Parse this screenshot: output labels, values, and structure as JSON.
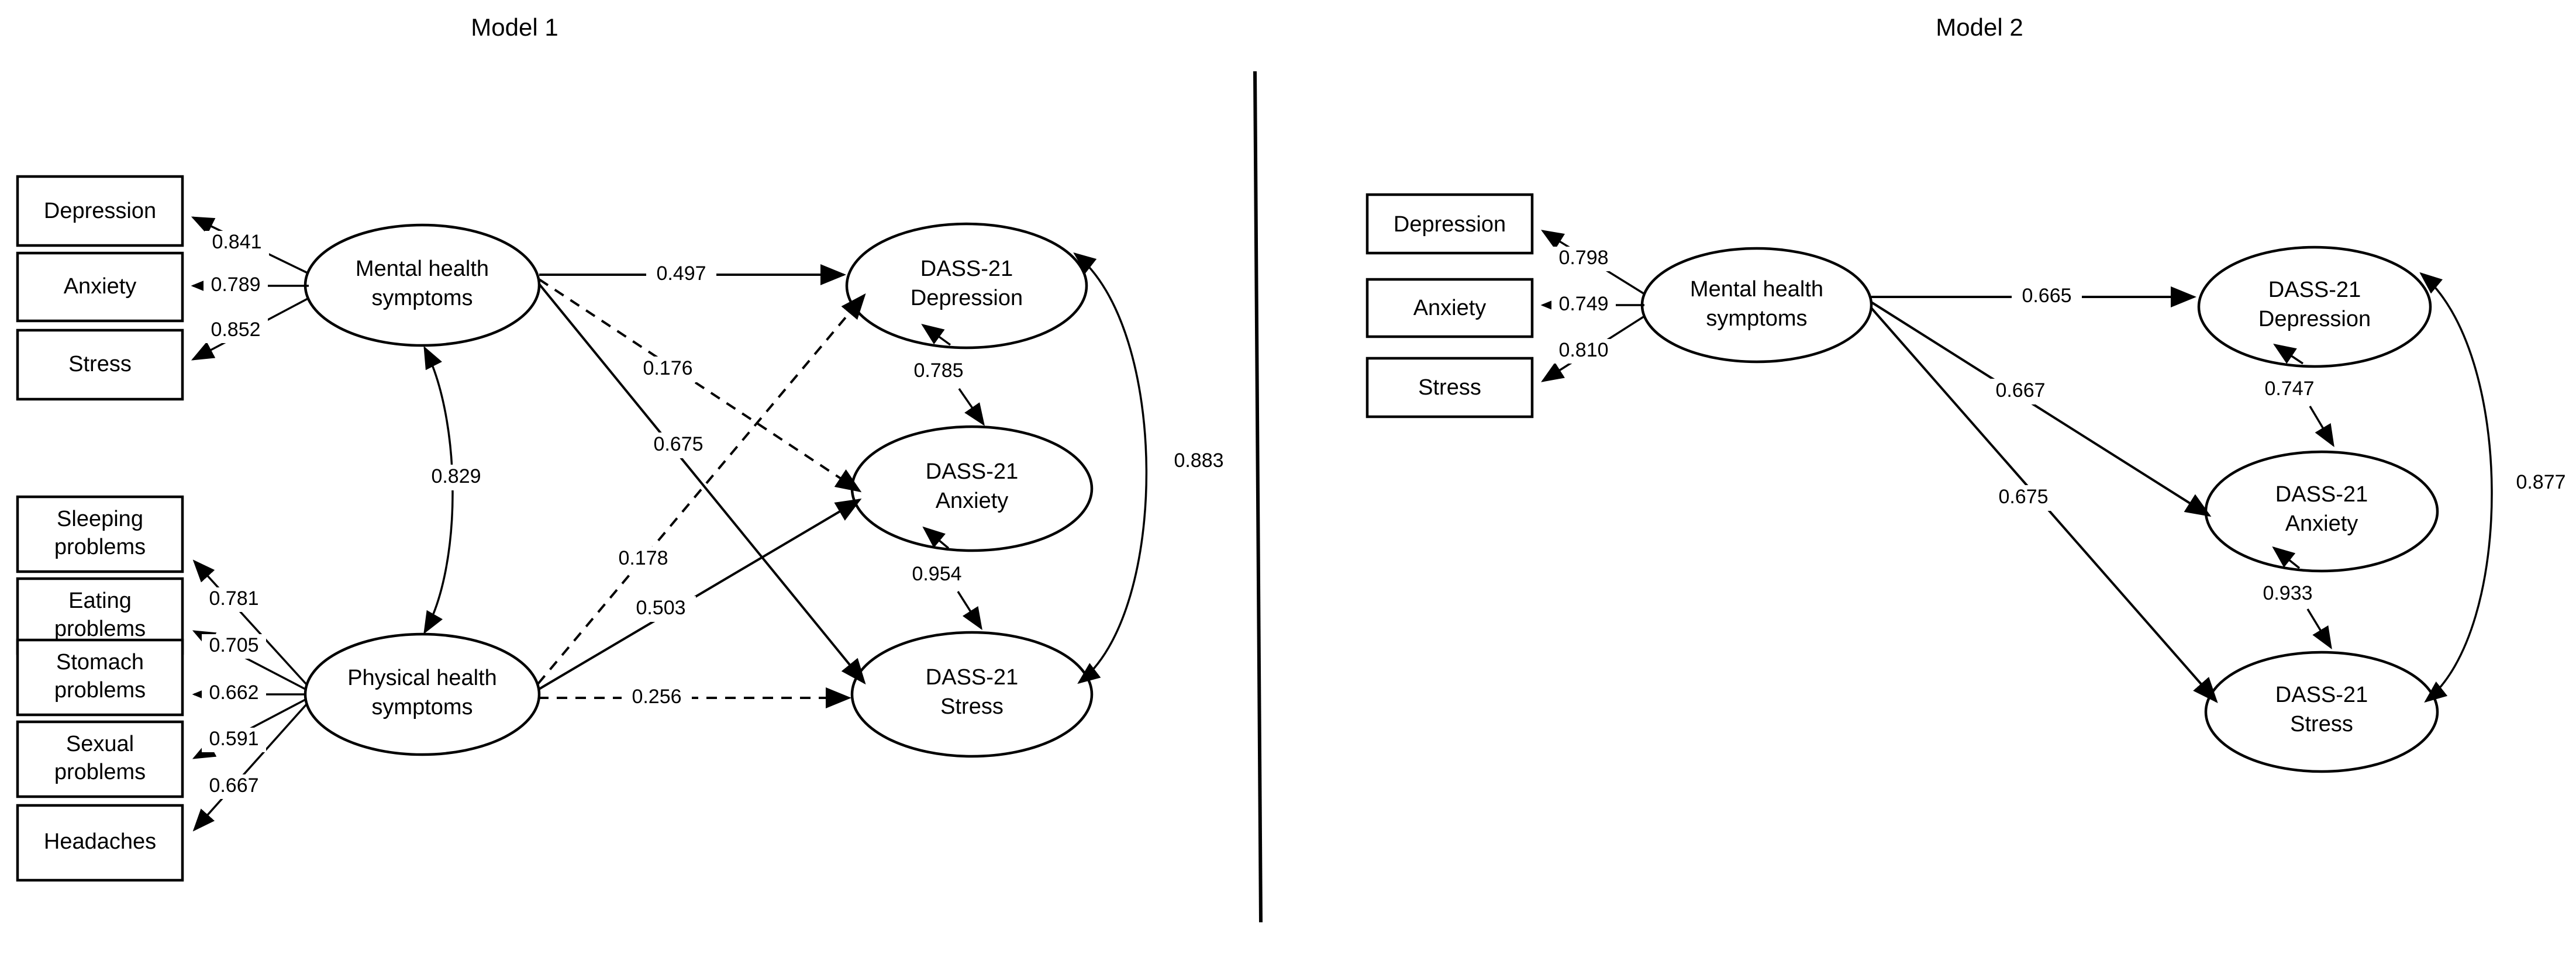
{
  "figure": {
    "type": "sem-path-diagram",
    "panels": [
      {
        "title": "Model 1",
        "observed_indicators_mental": [
          "Depression",
          "Anxiety",
          "Stress"
        ],
        "observed_indicators_physical": [
          "Sleeping problems",
          "Eating problems",
          "Stomach problems",
          "Sexual problems",
          "Headaches"
        ],
        "latent_predictors": [
          "Mental health symptoms",
          "Physical health symptoms"
        ],
        "outcomes": [
          "DASS-21 Depression",
          "DASS-21 Anxiety",
          "DASS-21 Stress"
        ],
        "loadings_mental": [
          "0.841",
          "0.789",
          "0.852"
        ],
        "loadings_physical": [
          "0.781",
          "0.705",
          "0.662",
          "0.591",
          "0.667"
        ],
        "covariance_latents": "0.829",
        "paths_mental": [
          "0.497",
          "0.176",
          "0.675"
        ],
        "paths_physical": [
          "0.178",
          "0.503",
          "0.256"
        ],
        "outcome_loadings": [
          "0.785",
          "0.954"
        ],
        "outcome_covariance": "0.883"
      },
      {
        "title": "Model 2",
        "observed_indicators_mental": [
          "Depression",
          "Anxiety",
          "Stress"
        ],
        "latent_predictors": [
          "Mental health symptoms"
        ],
        "outcomes": [
          "DASS-21 Depression",
          "DASS-21 Anxiety",
          "DASS-21 Stress"
        ],
        "loadings_mental": [
          "0.798",
          "0.749",
          "0.810"
        ],
        "paths_mental": [
          "0.665",
          "0.667",
          "0.675"
        ],
        "outcome_loadings": [
          "0.747",
          "0.933"
        ],
        "outcome_covariance": "0.877"
      }
    ]
  },
  "model1": {
    "title": "Model 1",
    "indicators": {
      "depression": "Depression",
      "anxiety": "Anxiety",
      "stress": "Stress",
      "sleeping": "Sleeping problems",
      "sleeping_l1": "Sleeping",
      "sleeping_l2": "problems",
      "eating_l1": "Eating",
      "eating_l2": "problems",
      "stomach_l1": "Stomach",
      "stomach_l2": "problems",
      "sexual_l1": "Sexual",
      "sexual_l2": "problems",
      "headaches": "Headaches"
    },
    "latents": {
      "mental_l1": "Mental health",
      "mental_l2": "symptoms",
      "physical_l1": "Physical health",
      "physical_l2": "symptoms"
    },
    "outcomes": {
      "dep_l1": "DASS-21",
      "dep_l2": "Depression",
      "anx_l1": "DASS-21",
      "anx_l2": "Anxiety",
      "str_l1": "DASS-21",
      "str_l2": "Stress"
    },
    "coefficients": {
      "mh_depression": "0.841",
      "mh_anxiety": "0.789",
      "mh_stress": "0.852",
      "ph_sleeping": "0.781",
      "ph_eating": "0.705",
      "ph_stomach": "0.662",
      "ph_sexual": "0.591",
      "ph_headaches": "0.667",
      "mh_ph_cov": "0.829",
      "mh_to_dassdep": "0.497",
      "mh_to_dassanx": "0.176",
      "mh_to_dassstr": "0.675",
      "ph_to_dassdep": "0.178",
      "ph_to_dassanx": "0.503",
      "ph_to_dassstr": "0.256",
      "dassdep_dassanx": "0.785",
      "dassanx_dassstr": "0.954",
      "dassdep_dassstr_cov": "0.883"
    }
  },
  "model2": {
    "title": "Model 2",
    "indicators": {
      "depression": "Depression",
      "anxiety": "Anxiety",
      "stress": "Stress"
    },
    "latents": {
      "mental_l1": "Mental health",
      "mental_l2": "symptoms"
    },
    "outcomes": {
      "dep_l1": "DASS-21",
      "dep_l2": "Depression",
      "anx_l1": "DASS-21",
      "anx_l2": "Anxiety",
      "str_l1": "DASS-21",
      "str_l2": "Stress"
    },
    "coefficients": {
      "mh_depression": "0.798",
      "mh_anxiety": "0.749",
      "mh_stress": "0.810",
      "mh_to_dassdep": "0.665",
      "mh_to_dassanx": "0.667",
      "mh_to_dassstr": "0.675",
      "dassdep_dassanx": "0.747",
      "dassanx_dassstr": "0.933",
      "dassdep_dassstr_cov": "0.877"
    }
  }
}
